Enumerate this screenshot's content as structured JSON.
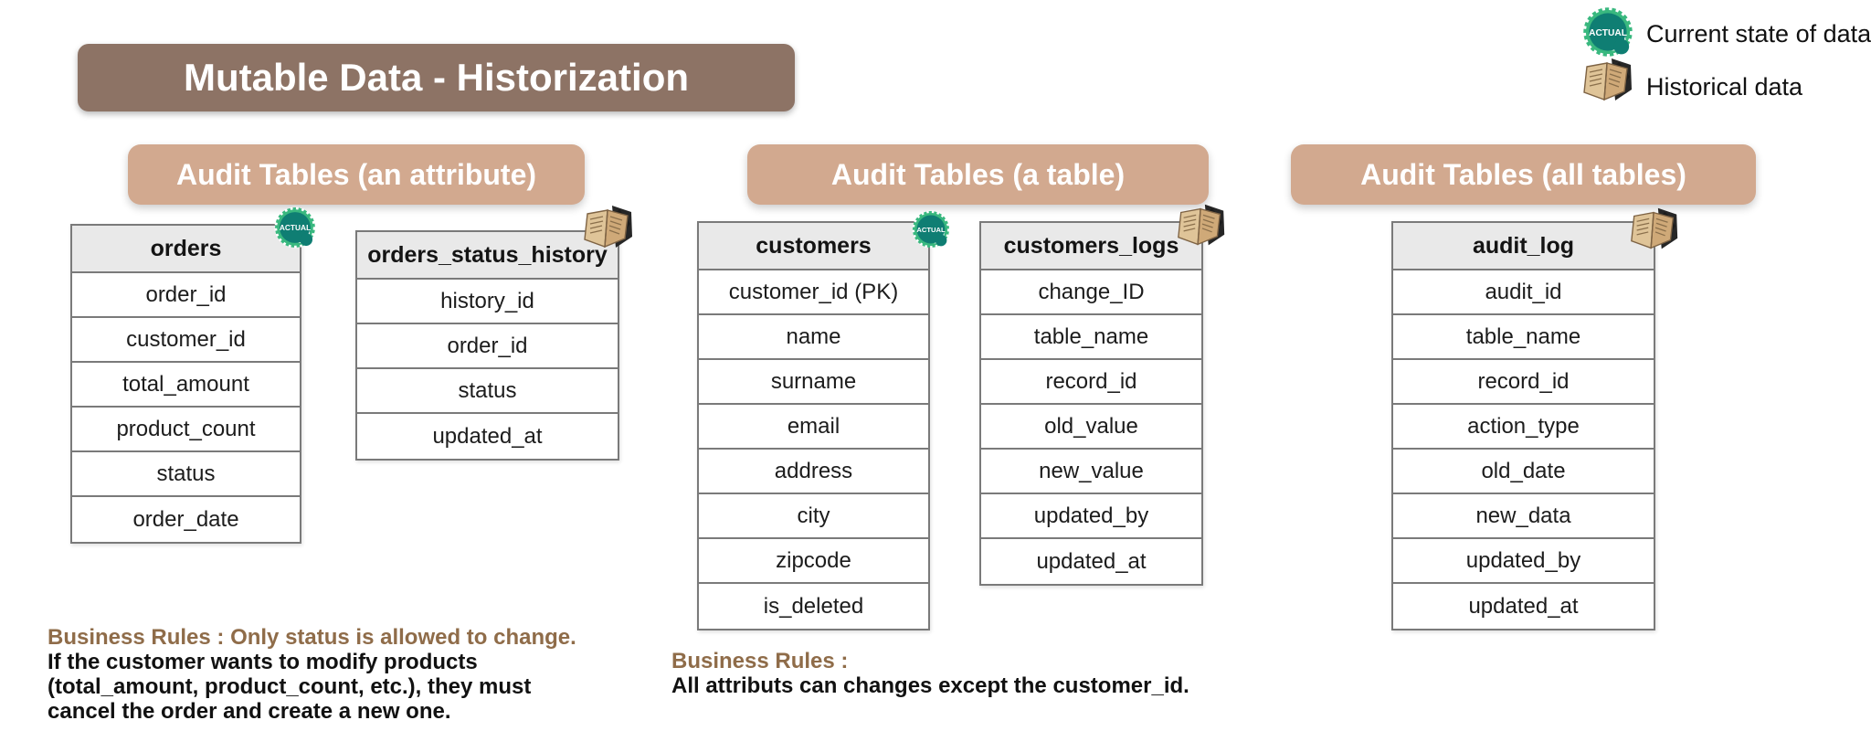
{
  "title": "Mutable Data - Historization",
  "actual_badge_text": "ACTUAL",
  "legend": {
    "current_label": "Current state of data",
    "historical_label": "Historical data"
  },
  "sections": [
    {
      "header": "Audit Tables (an attribute)",
      "tables": [
        {
          "name": "orders",
          "badge": "actual",
          "columns": [
            "order_id",
            "customer_id",
            "total_amount",
            "product_count",
            "status",
            "order_date"
          ]
        },
        {
          "name": "orders_status_history",
          "badge": "historical",
          "columns": [
            "history_id",
            "order_id",
            "status",
            "updated_at"
          ]
        }
      ],
      "business_rules": {
        "highlight": "Business Rules : Only status is allowed to change.",
        "lines": [
          "If the customer wants to modify products",
          "(total_amount, product_count, etc.), they must",
          "cancel the order and create a new one."
        ]
      }
    },
    {
      "header": "Audit Tables (a table)",
      "tables": [
        {
          "name": "customers",
          "badge": "actual",
          "columns": [
            "customer_id (PK)",
            "name",
            "surname",
            "email",
            "address",
            "city",
            "zipcode",
            "is_deleted"
          ]
        },
        {
          "name": "customers_logs",
          "badge": "historical",
          "columns": [
            "change_ID",
            "table_name",
            "record_id",
            "old_value",
            "new_value",
            "updated_by",
            "updated_at"
          ]
        }
      ],
      "business_rules": {
        "highlight": "Business Rules :",
        "lines": [
          "All attributs can changes except the customer_id."
        ]
      }
    },
    {
      "header": "Audit Tables (all tables)",
      "tables": [
        {
          "name": "audit_log",
          "badge": "historical",
          "columns": [
            "audit_id",
            "table_name",
            "record_id",
            "action_type",
            "old_date",
            "new_data",
            "updated_by",
            "updated_at"
          ]
        }
      ]
    }
  ],
  "colors": {
    "title_bar": "#8d7365",
    "section_header": "#d2a98f",
    "table_header_bg": "#e9e9e9",
    "table_border": "#7a7a7a",
    "rules_highlight": "#8f6c49",
    "stamp_ring": "#39b87f",
    "stamp_center": "#0f7e73",
    "book_page": "#d9bc8f",
    "text": "#1c1c1c"
  }
}
